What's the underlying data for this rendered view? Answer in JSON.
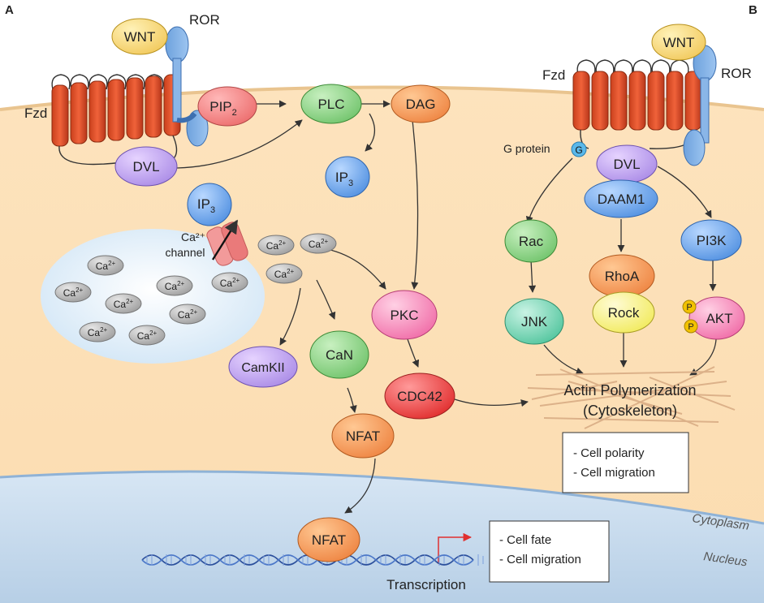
{
  "panels": {
    "a": "A",
    "b": "B"
  },
  "labels": {
    "wnt_a": "WNT",
    "ror_a": "ROR",
    "fzd_a": "Fzd",
    "wnt_b": "WNT",
    "ror_b": "ROR",
    "fzd_b": "Fzd",
    "g_protein": "G protein",
    "g": "G",
    "ca_channel_1": "Ca²⁺",
    "ca_channel_2": "channel",
    "transcription": "Transcription",
    "cytoplasm": "Cytoplasm",
    "nucleus": "Nucleus",
    "actin_1": "Actin Polymerization",
    "actin_2": "(Cytoskeleton)"
  },
  "nodes": {
    "pip2": "PIP",
    "pip2_sub": "2",
    "plc": "PLC",
    "dag": "DAG",
    "ip3": "IP",
    "ip3_sub": "3",
    "ip3_er": "IP",
    "ip3_er_sub": "3",
    "dvl_a": "DVL",
    "pkc": "PKC",
    "camkii": "CamKII",
    "can": "CaN",
    "cdc42": "CDC42",
    "nfat": "NFAT",
    "nfat_nucleus": "NFAT",
    "dvl_b": "DVL",
    "daam1": "DAAM1",
    "rac": "Rac",
    "jnk": "JNK",
    "rhoa": "RhoA",
    "rock": "Rock",
    "pi3k": "PI3K",
    "akt": "AKT",
    "p": "P"
  },
  "calcium": {
    "base": "Ca",
    "charge": "2+"
  },
  "boxes": {
    "cyto_box": [
      "- Cell polarity",
      "- Cell migration"
    ],
    "nucleus_box": [
      "- Cell fate",
      "- Cell migration"
    ]
  }
}
